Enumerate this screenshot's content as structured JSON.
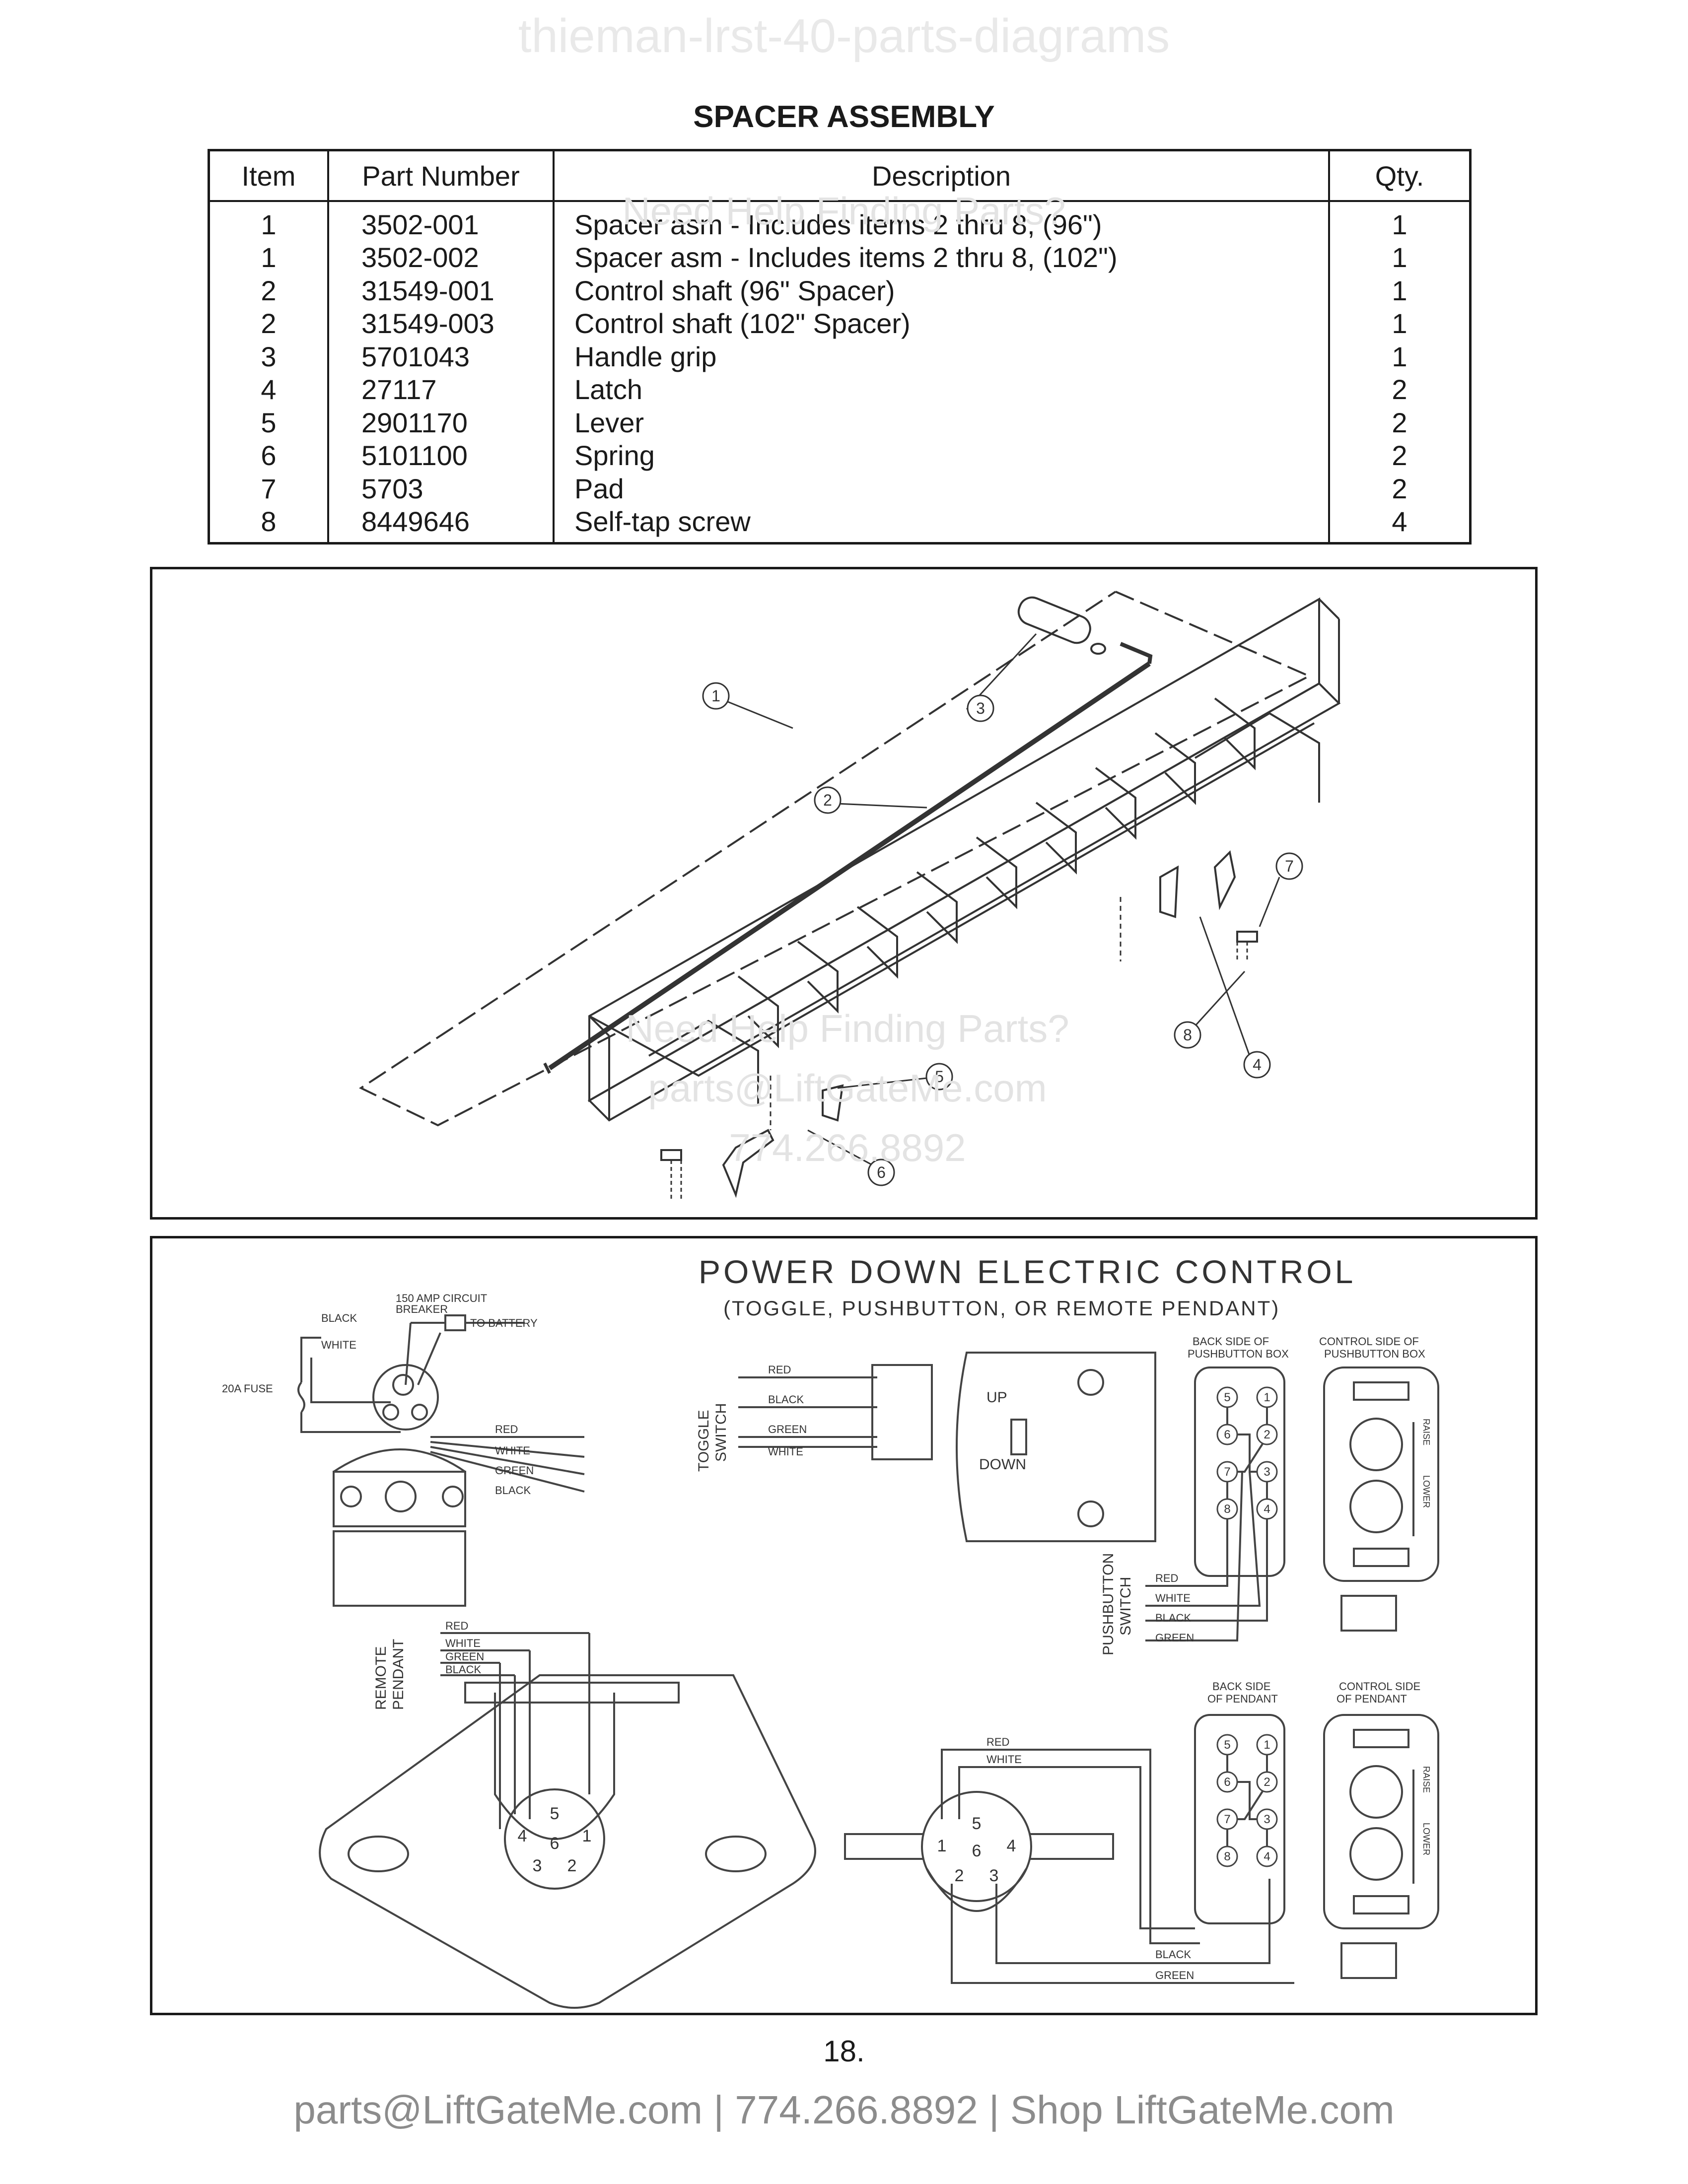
{
  "watermark_top": "thieman-lrst-40-parts-diagrams",
  "title": "SPACER ASSEMBLY",
  "table": {
    "headers": {
      "item": "Item",
      "part_number": "Part Number",
      "description": "Description",
      "qty": "Qty."
    },
    "rows": [
      {
        "item": "1",
        "part_number": "3502-001",
        "description": "Spacer asm - Includes items 2 thru 8, (96\")",
        "qty": "1"
      },
      {
        "item": "1",
        "part_number": "3502-002",
        "description": "Spacer asm - Includes items 2 thru 8, (102\")",
        "qty": "1"
      },
      {
        "item": "2",
        "part_number": "31549-001",
        "description": "Control shaft (96\" Spacer)",
        "qty": "1"
      },
      {
        "item": "2",
        "part_number": "31549-003",
        "description": "Control shaft (102\" Spacer)",
        "qty": "1"
      },
      {
        "item": "3",
        "part_number": "5701043",
        "description": "Handle grip",
        "qty": "1"
      },
      {
        "item": "4",
        "part_number": "27117",
        "description": "Latch",
        "qty": "2"
      },
      {
        "item": "5",
        "part_number": "2901170",
        "description": "Lever",
        "qty": "2"
      },
      {
        "item": "6",
        "part_number": "5101100",
        "description": "Spring",
        "qty": "2"
      },
      {
        "item": "7",
        "part_number": "5703",
        "description": "Pad",
        "qty": "2"
      },
      {
        "item": "8",
        "part_number": "8449646",
        "description": "Self-tap screw",
        "qty": "4"
      }
    ]
  },
  "watermarks": {
    "help_upper": "Need Help Finding Parts?",
    "help_lower": "Need Help Finding Parts?",
    "email_lower": "parts@LiftGateMe.com",
    "phone_lower": "774.266.8892"
  },
  "spacer_callouts": [
    "1",
    "2",
    "3",
    "4",
    "5",
    "6",
    "7",
    "8"
  ],
  "electric": {
    "title": "POWER DOWN ELECTRIC CONTROL",
    "subtitle": "(TOGGLE, PUSHBUTTON, OR REMOTE PENDANT)",
    "breaker_line1": "150 AMP CIRCUIT",
    "breaker_line2": "BREAKER",
    "to_battery": "TO BATTERY",
    "fuse": "20A FUSE",
    "wire_black": "BLACK",
    "wire_white": "WHITE",
    "wire_red": "RED",
    "wire_green": "GREEN",
    "toggle_label_1": "TOGGLE",
    "toggle_label_2": "SWITCH",
    "up": "UP",
    "down": "DOWN",
    "pb_back_1": "BACK SIDE OF",
    "pb_back_2": "PUSHBUTTON BOX",
    "pb_ctrl_1": "CONTROL SIDE OF",
    "pb_ctrl_2": "PUSHBUTTON BOX",
    "pushbutton_label_1": "PUSHBUTTON",
    "pushbutton_label_2": "SWITCH",
    "remote_label_1": "REMOTE",
    "remote_label_2": "PENDANT",
    "pend_back_1": "BACK SIDE",
    "pend_back_2": "OF PENDANT",
    "pend_ctrl_1": "CONTROL SIDE",
    "pend_ctrl_2": "OF PENDANT",
    "raise": "RAISE",
    "lower": "LOWER",
    "terminals": [
      "1",
      "2",
      "3",
      "4",
      "5",
      "6",
      "7",
      "8"
    ],
    "plug_pins": [
      "1",
      "2",
      "3",
      "4",
      "5",
      "6"
    ]
  },
  "page_number": "18.",
  "footer": "parts@LiftGateMe.com | 774.266.8892 | Shop LiftGateMe.com"
}
